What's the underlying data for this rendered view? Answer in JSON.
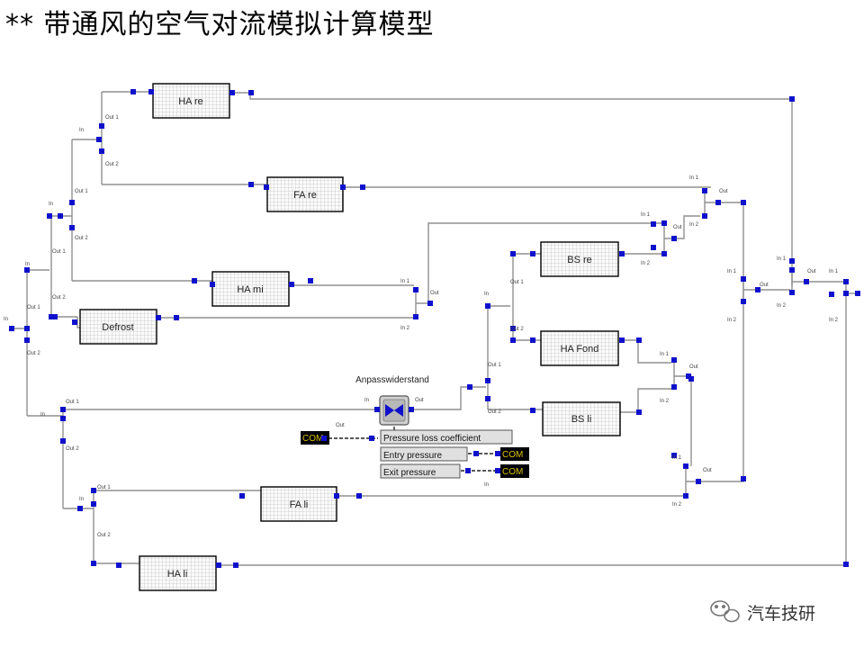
{
  "title": "** 带通风的空气对流模拟计算模型",
  "watermark": "汽车技研",
  "colors": {
    "wire": "#909090",
    "port": "#1010cc",
    "block_border": "#000000",
    "com_bg": "#000000",
    "com_text": "#d8c000"
  },
  "blocks": {
    "ha_re": "HA re",
    "fa_re": "FA re",
    "ha_mi": "HA mi",
    "defrost": "Defrost",
    "bs_re": "BS re",
    "ha_fond": "HA Fond",
    "bs_li": "BS li",
    "fa_li": "FA li",
    "ha_li": "HA li"
  },
  "resistor": {
    "title": "Anpasswiderstand",
    "in": "In",
    "out": "Out",
    "out_sub": "Out"
  },
  "params": {
    "pressure_loss": "Pressure loss coefficient",
    "entry_pressure": "Entry pressure",
    "exit_pressure": "Exit pressure",
    "com": "COM",
    "in": "In"
  },
  "ports": {
    "in": "In",
    "in1": "In 1",
    "in2": "In 2",
    "out": "Out",
    "out1": "Out 1",
    "out2": "Out 2"
  }
}
